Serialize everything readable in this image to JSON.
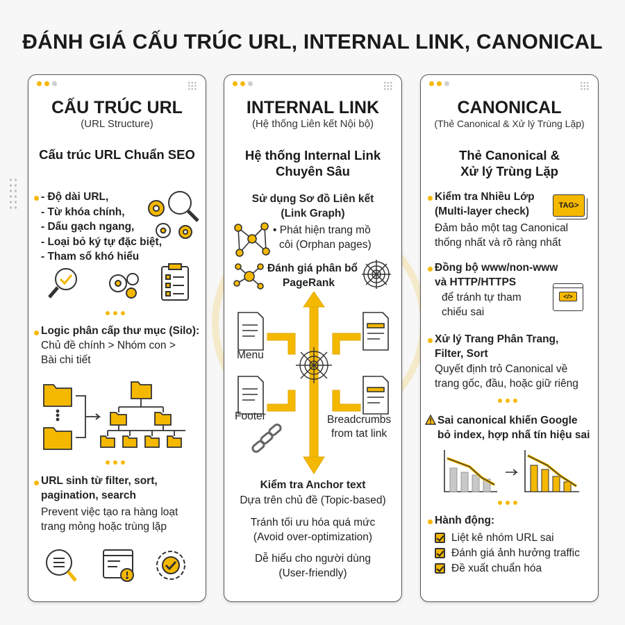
{
  "title": "ĐÁNH GIÁ CẤU TRÚC URL, INTERNAL LINK, CANONICAL",
  "panels": {
    "url": {
      "title": "CẤU TRÚC URL",
      "subtitle": "(URL Structure)",
      "heading": "Cấu trúc URL Chuẩn SEO",
      "items": [
        "- Độ dài URL,",
        "- Từ khóa chính,",
        "- Dấu gạch ngang,",
        "- Loại bỏ ký tự đặc biệt,",
        "- Tham số khó hiểu"
      ],
      "silo_bold": "Logic phân cấp thư mục (Silo):",
      "silo_text_1": "Chủ đề chính > Nhóm con >",
      "silo_text_2": "Bài chi tiết",
      "param_bold_1": "URL sinh từ filter, sort,",
      "param_bold_2": "pagination, search",
      "param_text_1": "Prevent việc tạo ra hàng loạt",
      "param_text_2": "trang mỏng hoặc trùng lặp"
    },
    "internal": {
      "title": "INTERNAL LINK",
      "subtitle": "(Hệ thống Liên kết Nội bộ)",
      "heading_1": "Hệ thống Internal Link",
      "heading_2": "Chuyên Sâu",
      "graph_bold_1": "Sử dụng Sơ đồ Liên kết",
      "graph_bold_2": "(Link Graph)",
      "orphan_1": "• Phát hiện trang mồ",
      "orphan_2": "côi (Orphan pages)",
      "pagerank_1": "Đánh giá phân bổ",
      "pagerank_2": "PageRank",
      "menu": "Menu",
      "footer": "Footer",
      "breadcrumbs_1": "Breadcrumbs",
      "breadcrumbs_2": "from tat link",
      "anchor_bold": "Kiểm tra Anchor text",
      "anchor_1": "Dựa trên chủ đề (Topic-based)",
      "anchor_2": "Tránh tối ưu hóa quá mức",
      "anchor_3": "(Avoid over-optimization)",
      "anchor_4": "Dễ hiểu cho người dùng",
      "anchor_5": "(User-friendly)"
    },
    "canonical": {
      "title": "CANONICAL",
      "subtitle": "(Thẻ Canonical & Xử lý Trùng Lặp)",
      "heading_1": "Thẻ Canonical &",
      "heading_2": "Xử lý Trùng Lặp",
      "multi_bold_1": "Kiểm tra Nhiều Lớp",
      "multi_bold_2": "(Multi-layer check)",
      "multi_text_1": "Đảm bảo một tag Canonical",
      "multi_text_2": "thống nhất và rõ ràng nhất",
      "tag_label": "TAG>",
      "sync_bold_1": "Đồng bộ www/non-www",
      "sync_bold_2": "và HTTP/HTTPS",
      "sync_text_1": "để tránh tự tham",
      "sync_text_2": "chiếu sai",
      "code_label": "</>",
      "page_bold_1": "Xử lý Trang Phân Trang,",
      "page_bold_2": "Filter, Sort",
      "page_text_1": "Quyết định trỏ Canonical về",
      "page_text_2": "trang gốc, đầu, hoặc giữ riêng",
      "warn_bold_1": "Sai canonical khiến Google",
      "warn_bold_2": "bỏ index, hợp nhấ tín hiệu sai",
      "action_title": "Hành động:",
      "actions": [
        "Liệt kê nhóm URL sai",
        "Đánh giá ảnh hưởng traffic",
        "Đề xuất chuẩn hóa"
      ]
    }
  },
  "colors": {
    "accent": "#f5b800",
    "border": "#555555",
    "text": "#1a1a1a"
  }
}
